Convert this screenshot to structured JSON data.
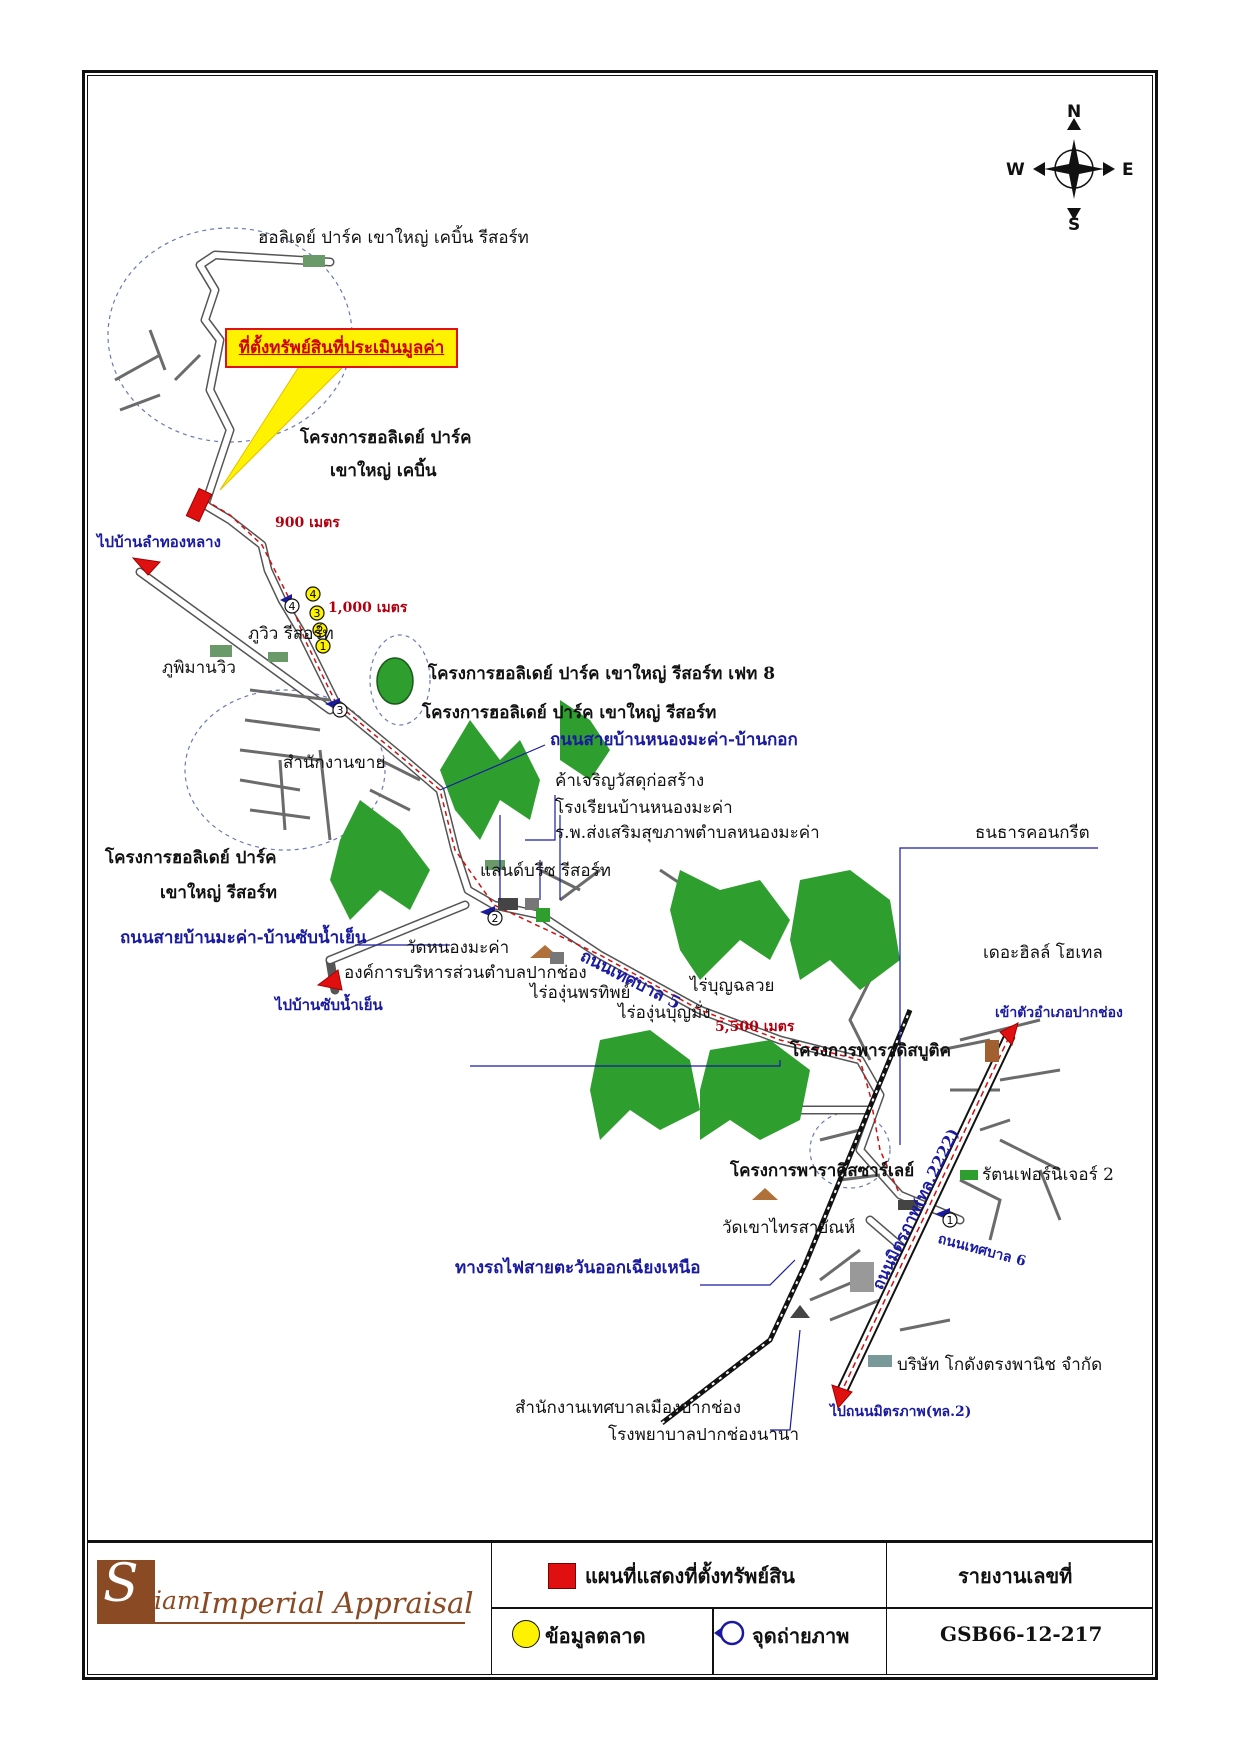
{
  "compass": {
    "n": "N",
    "s": "S",
    "e": "E",
    "w": "W"
  },
  "callout": "ที่ตั้งทรัพย์สินที่ประเมินมูลค่า",
  "places": {
    "holiday_park_cabin": "ฮอลิเดย์ ปาร์ค เขาใหญ่ เคบิ้น รีสอร์ท",
    "project_cabin_1": "โครงการฮอลิเดย์ ปาร์ค",
    "project_cabin_2": "เขาใหญ่ เคบิ้น",
    "to_lam_thong_lang": "ไปบ้านลำทองหลาง",
    "phu_view": "ภูวิว รีสอร์ท",
    "phu_mi_man_view": "ภูพิมานวิว",
    "phase8": "โครงการฮอลิเดย์ ปาร์ค เขาใหญ่ รีสอร์ท เฟท 8",
    "resort_project": "โครงการฮอลิเดย์ ปาร์ค เขาใหญ่ รีสอร์ท",
    "road_nong_maka_kok": "ถนนสายบ้านหนองมะค่า-บ้านกอก",
    "sales_office": "สำนักงานขาย",
    "construction_shop": "ค้าเจริญวัสดุก่อสร้าง",
    "school": "โรงเรียนบ้านหนองมะค่า",
    "health_hospital": "ร.พ.ส่งเสริมสุขภาพตำบลหนองมะค่า",
    "land_breeze": "แลนด์บรีซ รีสอร์ท",
    "resort_project_left_1": "โครงการฮอลิเดย์ ปาร์ค",
    "resort_project_left_2": "เขาใหญ่ รีสอร์ท",
    "road_maka_sap": "ถนนสายบ้านมะค่า-บ้านซับน้ำเย็น",
    "wat_nong_maka": "วัดหนองมะค่า",
    "tambon_org": "องค์การบริหารส่วนตำบลปากช่อง",
    "to_sap_nam_yen": "ไปบ้านซับน้ำเย็น",
    "vineyard_phrathiphy": "ไร่องุ่นพรทิพย์",
    "vineyard_boonyang": "ไร่องุ่นบุญมั่ง",
    "rai_boon_chuai": "ไร่บุญฉลวย",
    "thesaban5": "ถนนเทศบาล 5",
    "thanachat": "ธนธารคอนกรีต",
    "the_hills": "เดอะฮิลล์ โฮเทล",
    "to_pak_chong": "เข้าตัวอำเภอปากช่อง",
    "paradise_project": "โครงการพาราดิสบูติค",
    "paradise_valley": "โครงการพาราดิสซาร์เลย์",
    "rattan_furniture": "รัตนเฟอร์นิเจอร์ 2",
    "wat_khao_sai": "วัดเขาไทรสายัณห์",
    "thesaban6": "ถนนเทศบาล 6",
    "mittraphap_2222": "ถนนมิตรภาพ(ทล.2222)",
    "railway": "ทางรถไฟสายตะวันออกเฉียงเหนือ",
    "kodang": "บริษัท โกดังตรงพานิช จำกัด",
    "to_mittraphap": "ไปถนนมิตรภาพ(ทล.2)",
    "municipal_office": "สำนักงานเทศบาลเมืองปากช่อง",
    "pak_chong_hospital": "โรงพยาบาลปากช่องนานา"
  },
  "distances": {
    "d900": "900 เมตร",
    "d1000": "1,000 เมตร",
    "d5500": "5,500 เมตร"
  },
  "photo_points": [
    "1",
    "2",
    "3",
    "4"
  ],
  "market_points": [
    "1",
    "2",
    "3",
    "4"
  ],
  "legend": {
    "logo_s": "S",
    "logo_iam": "iam",
    "logo_imperial": "Imperial Appraisal",
    "property_map": "แผนที่แสดงที่ตั้งทรัพย์สิน",
    "market_data": "ข้อมูลตลาด",
    "photo_point": "จุดถ่ายภาพ",
    "report_no_label": "รายงานเลขที่",
    "report_no": "GSB66-12-217"
  },
  "colors": {
    "road": "#333333",
    "forest": "#2e9e2e",
    "marker_red": "#e01010",
    "callout_yellow": "#fff200",
    "label_blue": "#1a1aa0",
    "distance_red": "#b00010"
  }
}
